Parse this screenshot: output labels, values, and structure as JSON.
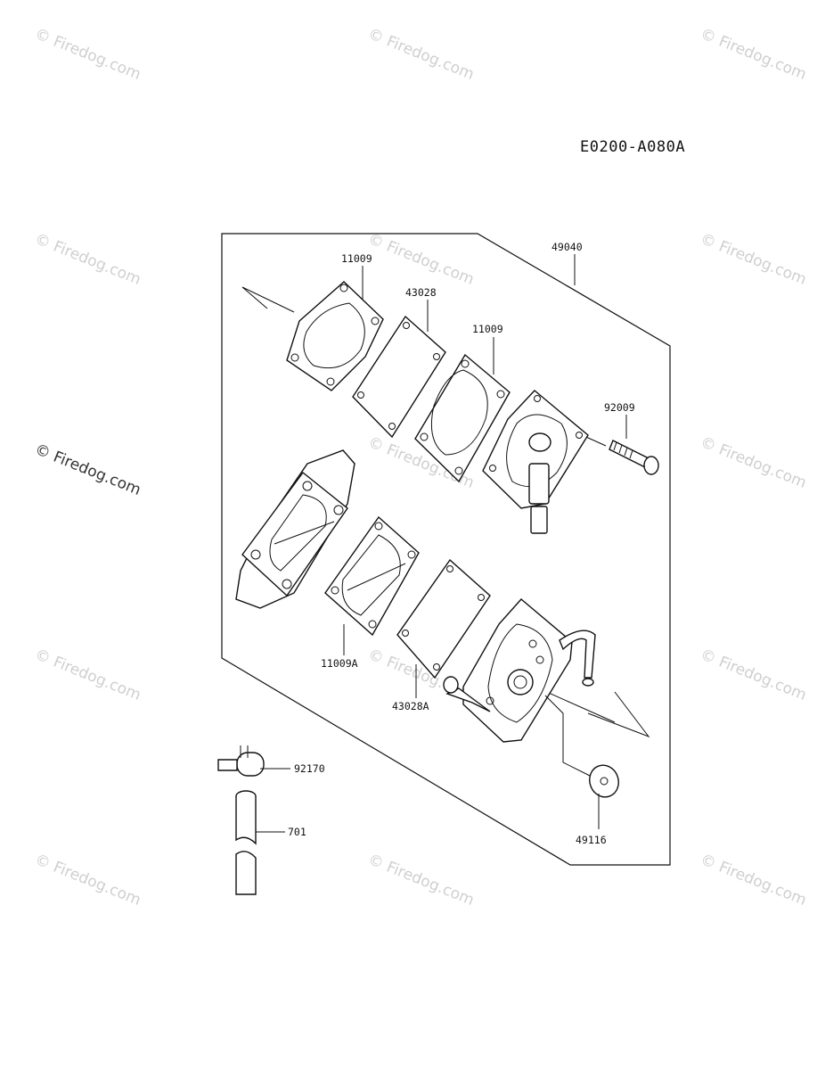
{
  "diagram_code": "E0200-A080A",
  "watermark": "© Firedog.com",
  "parts": [
    {
      "id": "11009_top",
      "label": "11009"
    },
    {
      "id": "43028",
      "label": "43028"
    },
    {
      "id": "11009_mid",
      "label": "11009"
    },
    {
      "id": "49040",
      "label": "49040"
    },
    {
      "id": "92009",
      "label": "92009"
    },
    {
      "id": "11009A",
      "label": "11009A"
    },
    {
      "id": "43028A",
      "label": "43028A"
    },
    {
      "id": "92170",
      "label": "92170"
    },
    {
      "id": "701",
      "label": "701"
    },
    {
      "id": "49116",
      "label": "49116"
    }
  ]
}
